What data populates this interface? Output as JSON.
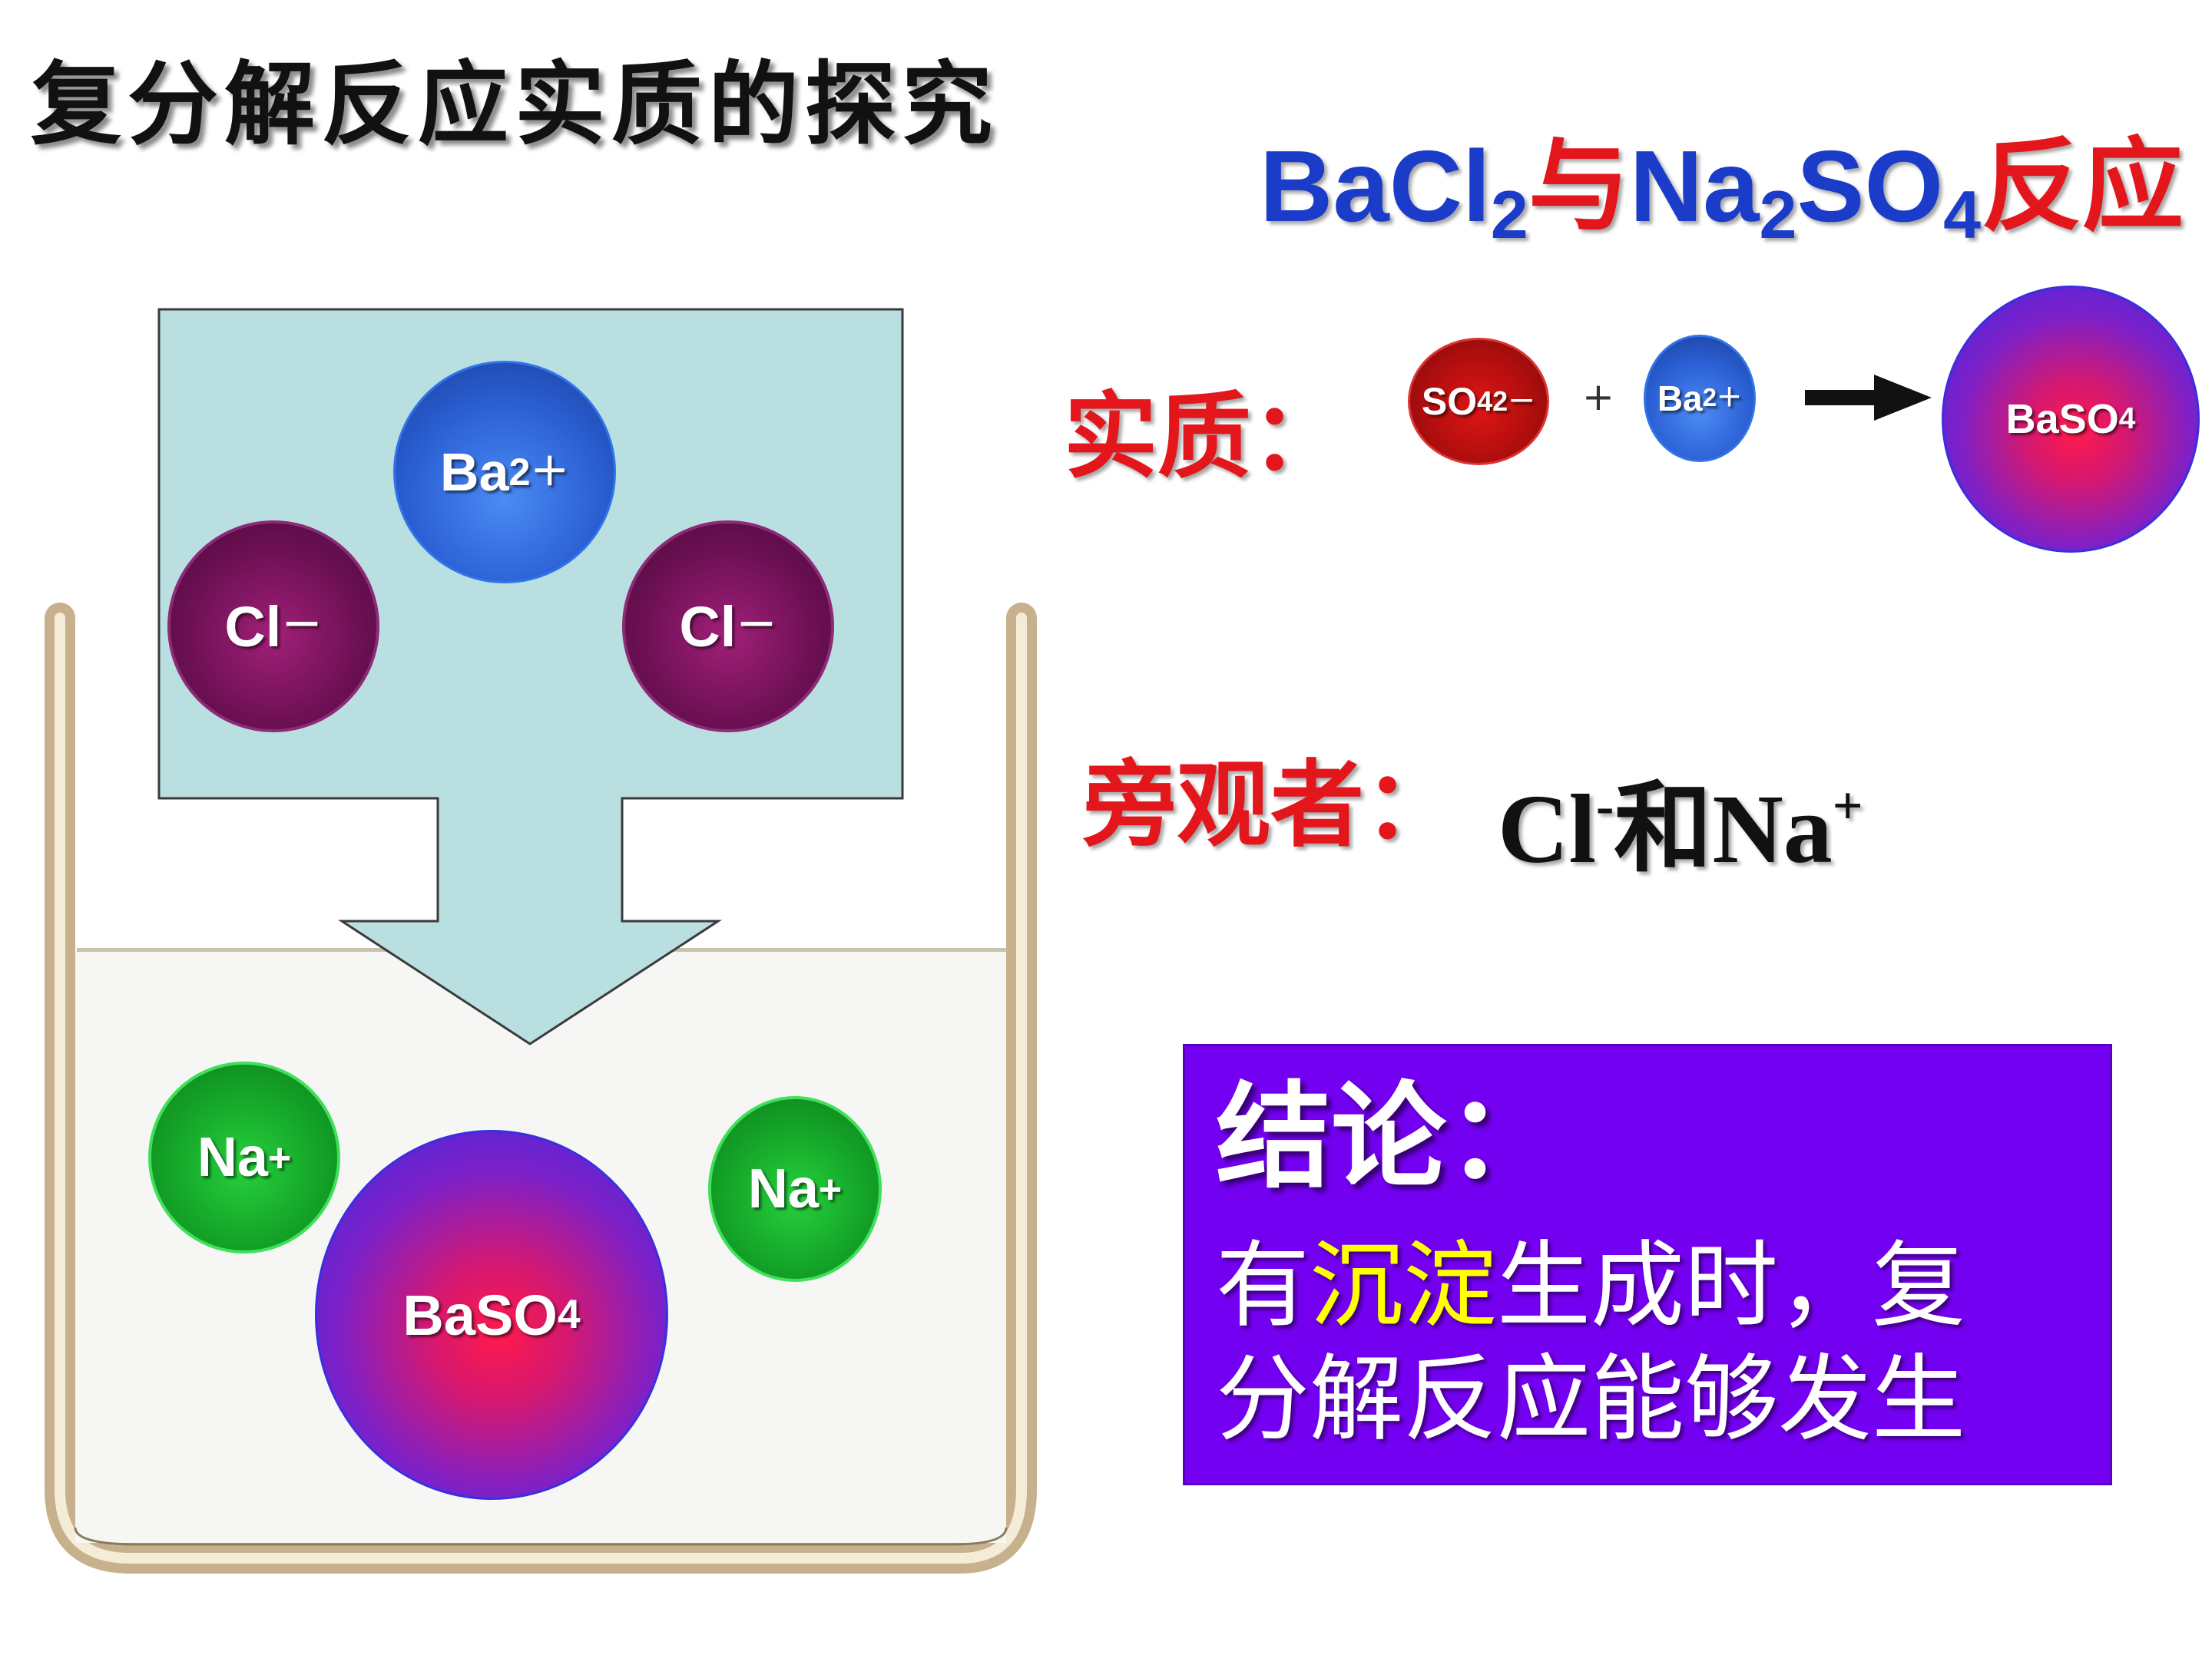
{
  "title": "复分解反应实质的探究",
  "reaction": {
    "part1_main": "BaCl",
    "part1_sub": "2",
    "connector": "与",
    "part2_main": "Na",
    "part2_sub": "2",
    "part3_main": "SO",
    "part3_sub": "4",
    "suffix": "反应",
    "colors": {
      "formula": "#1a3cc8",
      "text": "#e3171b"
    }
  },
  "essence": {
    "label": "实质：",
    "so4_main": "SO",
    "so4_sub": "4",
    "so4_sup": "2－",
    "plus": "+",
    "ba_main": "Ba",
    "ba_sup": "2＋",
    "product_main": "BaSO",
    "product_sub": "4"
  },
  "spectator": {
    "label": "旁观者：",
    "ion1_main": "Cl",
    "ion1_sup": "-",
    "connector": "和",
    "ion2_main": "Na",
    "ion2_sup": "+"
  },
  "beaker": {
    "ba_main": "Ba",
    "ba_sup": "2＋",
    "cl_left_main": "Cl",
    "cl_left_sup": "－",
    "cl_right_main": "Cl",
    "cl_right_sup": "－",
    "na_left_main": "Na",
    "na_left_sup": "+",
    "na_right_main": "Na",
    "na_right_sup": "+",
    "baso4_main": "BaSO",
    "baso4_sub": "4"
  },
  "conclusion": {
    "title": "结论：",
    "line1_pre": "有",
    "line1_highlight": "沉淀",
    "line1_post": "生成时，复",
    "line2": "分解反应能够发生",
    "colors": {
      "panel": "#7300f0",
      "highlight": "#ffff00"
    }
  }
}
